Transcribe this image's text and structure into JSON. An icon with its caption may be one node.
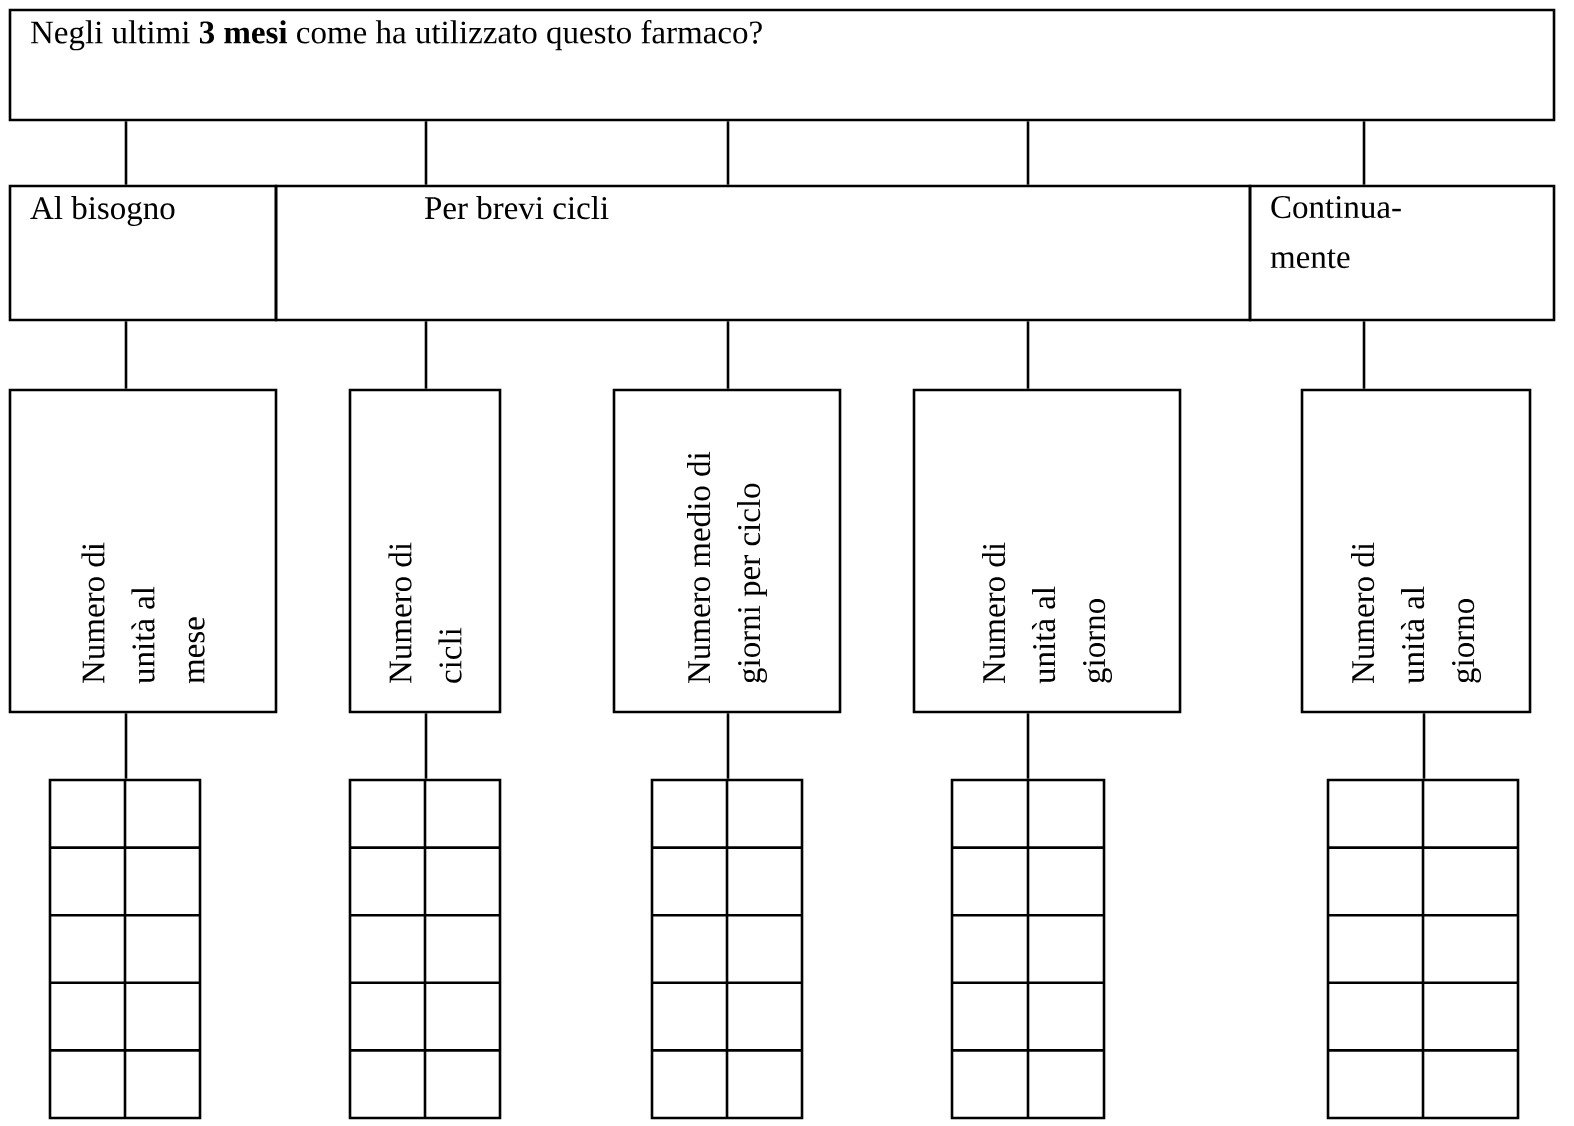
{
  "diagram": {
    "nodes": [
      {
        "text": [
          "Negli ultimi **3 mesi** come ha utilizzato questo farmaco?"
        ]
      },
      {
        "text": [
          "Al bisogno"
        ]
      },
      {
        "text": [
          "Per brevi cicli"
        ]
      },
      {
        "text": [
          "Continua-mente"
        ]
      },
      {
        "text": [
          "Numero di unità al mese"
        ]
      },
      {
        "text": [
          "Numero di cicli"
        ]
      },
      {
        "text": [
          "Numero medio di giorni per ciclo"
        ]
      },
      {
        "text": [
          "Numero di unità al giorno"
        ]
      },
      {
        "text": [
          "Numero di unità al giorno"
        ]
      },
      {
        "text": [],
        "shape": "box"
      },
      {
        "text": [],
        "shape": "box"
      },
      {
        "text": [],
        "shape": "box"
      },
      {
        "text": [],
        "shape": "box"
      },
      {
        "text": [],
        "shape": "box"
      }
    ],
    "edges": [
      {
        "from": 0,
        "to": 1,
        "arrow": "none"
      },
      {
        "from": 0,
        "to": 2,
        "arrow": "none"
      },
      {
        "from": 0,
        "to": 2,
        "arrow": "none"
      },
      {
        "from": 0,
        "to": 2,
        "arrow": "none"
      },
      {
        "from": 0,
        "to": 3,
        "arrow": "none"
      },
      {
        "from": 1,
        "to": 4,
        "arrow": "none"
      },
      {
        "from": 2,
        "to": 5,
        "arrow": "none"
      },
      {
        "from": 2,
        "to": 6,
        "arrow": "none"
      },
      {
        "from": 2,
        "to": 7,
        "arrow": "none"
      },
      {
        "from": 3,
        "to": 8,
        "arrow": "none"
      },
      {
        "from": 4,
        "to": 9,
        "arrow": "none"
      },
      {
        "from": 5,
        "to": 10,
        "arrow": "none"
      },
      {
        "from": 6,
        "to": 11,
        "arrow": "none"
      },
      {
        "from": 7,
        "to": 12,
        "arrow": "none"
      },
      {
        "from": 8,
        "to": 13,
        "arrow": "none"
      }
    ]
  }
}
